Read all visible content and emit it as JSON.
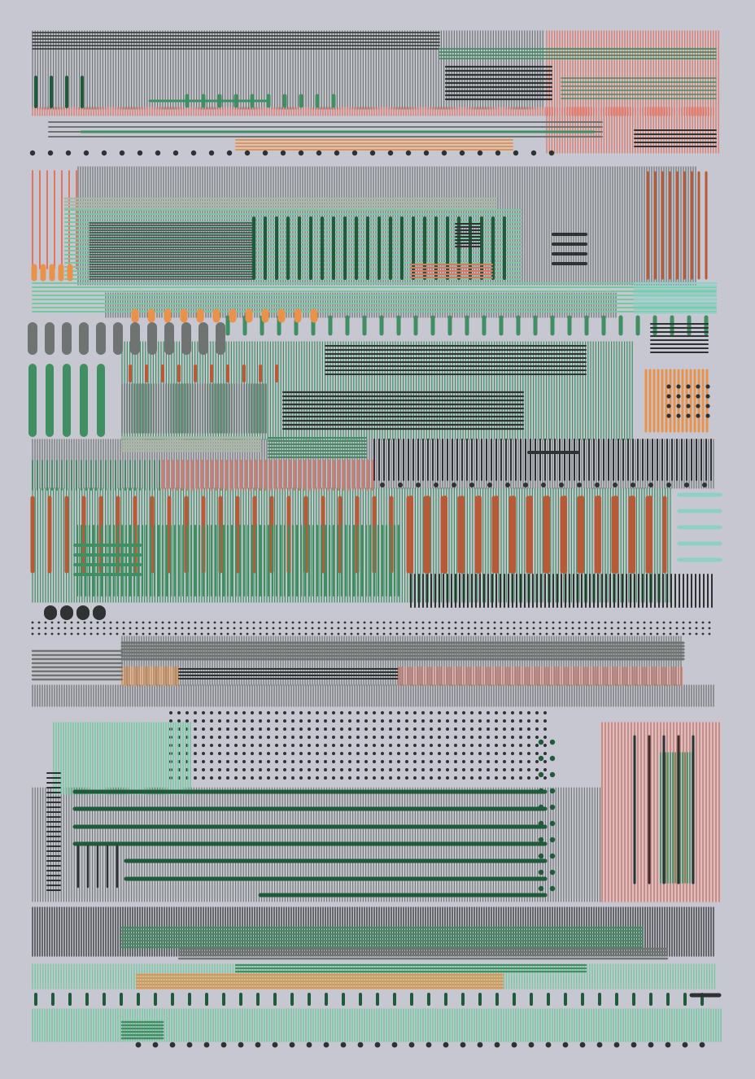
{
  "artwork": {
    "kind": "generative-line-grid",
    "palette": {
      "paper": "#c6c7d0",
      "ink_dark": "#2f3233",
      "ink_gray": "#6f7473",
      "green_dark": "#1f5a3a",
      "green": "#3f8f62",
      "mint": "#74c9a0",
      "teal": "#8ed0c4",
      "salmon": "#e4735f",
      "rust": "#b85a37",
      "orange": "#e9934a",
      "sage": "#a9b7a5"
    },
    "motifs": [
      "vertical-hatching",
      "horizontal-bars",
      "dot-rows",
      "capsules"
    ]
  }
}
